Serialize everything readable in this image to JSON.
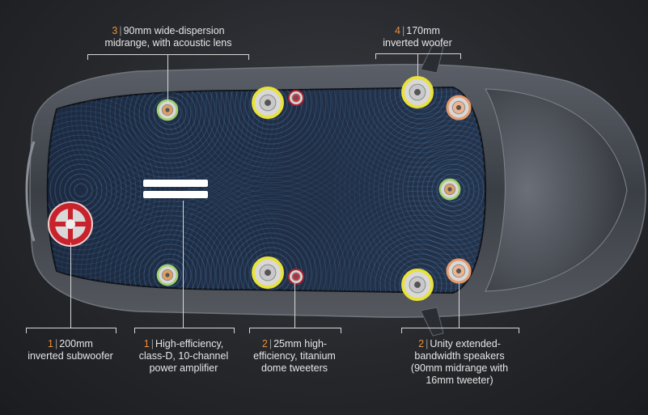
{
  "callouts": {
    "midrange": {
      "num": "3",
      "line1": "90mm wide-dispersion",
      "line2": "midrange, with acoustic lens"
    },
    "woofer": {
      "num": "4",
      "line1": "170mm",
      "line2": "inverted woofer"
    },
    "subwoofer": {
      "num": "1",
      "line1": "200mm",
      "line2": "inverted subwoofer"
    },
    "amplifier": {
      "num": "1",
      "line1": "High-efficiency,",
      "line2": "class-D, 10-channel",
      "line3": "power amplifier"
    },
    "tweeter": {
      "num": "2",
      "line1": "25mm high-",
      "line2": "efficiency, titanium",
      "line3": "dome tweeters"
    },
    "unity": {
      "num": "2",
      "line1": "Unity extended-",
      "line2": "bandwidth speakers",
      "line3": "(90mm midrange with",
      "line4": "16mm tweeter)"
    }
  },
  "colors": {
    "midrange_ring": "#9fd06a",
    "woofer_ring": "#e9e23a",
    "tweeter_ring": "#b0202a",
    "unity_ring": "#e69a6a",
    "subwoofer": "#c8232c",
    "accent_number": "#e8913a",
    "sound_waves": "#5ea8e8"
  }
}
